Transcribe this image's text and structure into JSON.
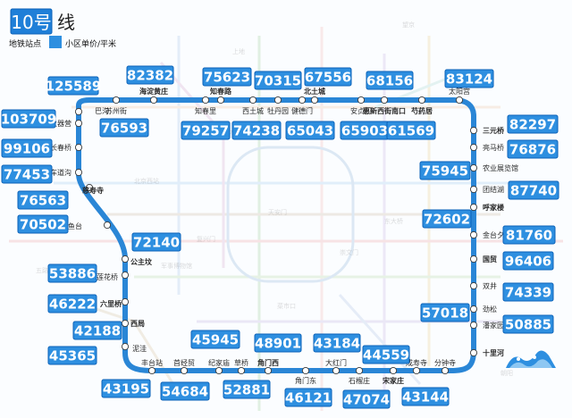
{
  "title": {
    "number_part": "10号",
    "suffix_part": "线"
  },
  "legend": {
    "station_label": "地铁站点",
    "price_label": "小区单价/平米"
  },
  "colors": {
    "line": "#2a86d6",
    "price_box": "#2e8fe0",
    "price_border": "#0c62b8",
    "title_box": "#1f7fd8"
  },
  "price_boxes": [
    "125589",
    "82382",
    "75623",
    "70315",
    "67556",
    "68156",
    "83124",
    "103709",
    "76593",
    "79257",
    "74238",
    "65043",
    "65903",
    "61569",
    "82297",
    "99106",
    "76876",
    "77453",
    "75945",
    "87740",
    "76563",
    "72602",
    "70502",
    "72140",
    "81760",
    "53886",
    "96406",
    "46222",
    "74339",
    "42188",
    "57018",
    "50885",
    "45365",
    "45945",
    "48901",
    "43184",
    "44559",
    "43195",
    "54684",
    "52881",
    "46121",
    "47074",
    "43144"
  ],
  "stations": [
    "巴沟",
    "苏州街",
    "海淀黄庄",
    "知春里",
    "知春路",
    "西土城",
    "牡丹园",
    "健德门",
    "北土城",
    "安贞门",
    "惠新西街南口",
    "芍药居",
    "太阳宫",
    "三元桥",
    "亮马桥",
    "农业展览馆",
    "团结湖",
    "呼家楼",
    "金台夕照",
    "国贸",
    "双井",
    "劲松",
    "潘家园",
    "十里河",
    "分钟寺",
    "成寿寺",
    "宋家庄",
    "石榴庄",
    "大红门",
    "角门东",
    "角门西",
    "草桥",
    "纪家庙",
    "首经贸",
    "丰台站",
    "泥洼",
    "西局",
    "六里桥",
    "莲花桥",
    "公主坟",
    "西钓鱼台",
    "慈寿寺",
    "车道沟",
    "长春桥",
    "火器营"
  ],
  "icon": "wave-logo-icon"
}
